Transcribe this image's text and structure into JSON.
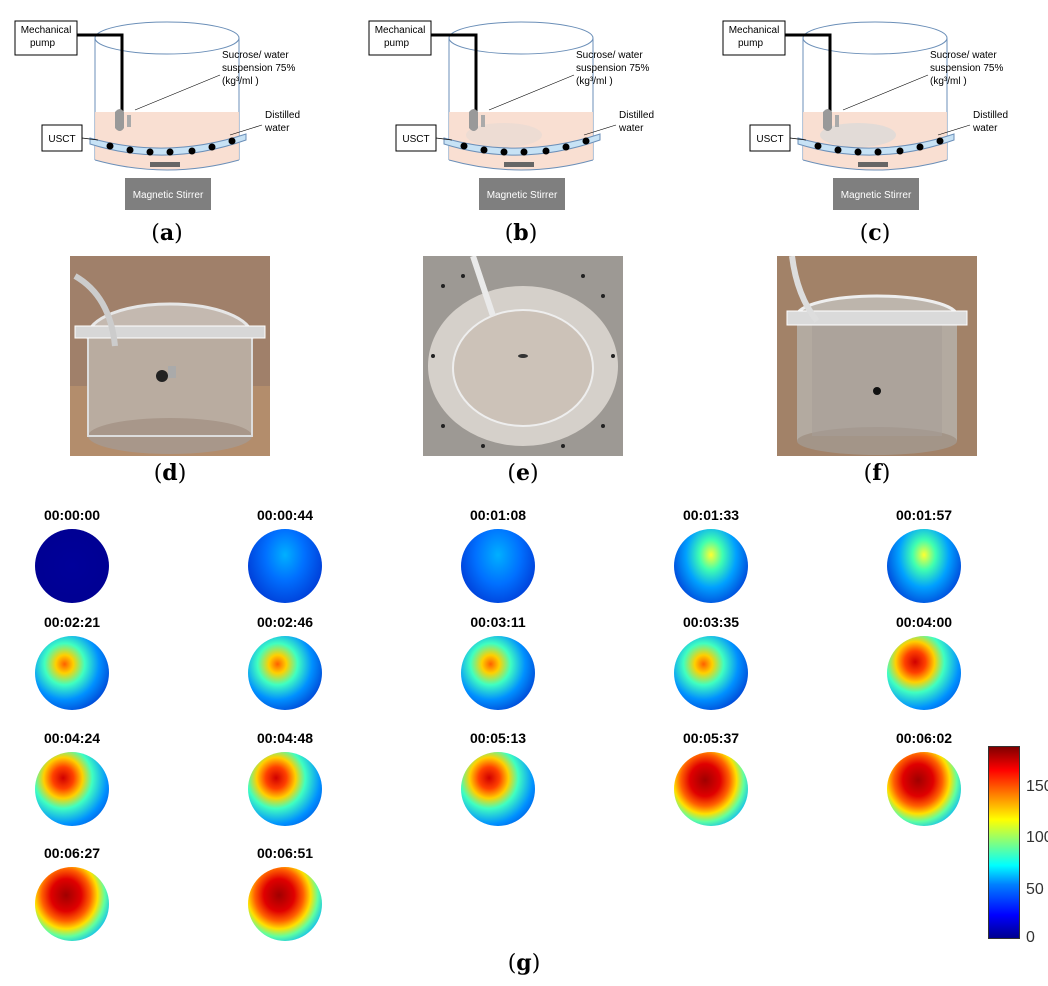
{
  "diagrams": [
    {
      "caption_letter": "a",
      "pump": "Mechanical",
      "pump2": "pump",
      "usct": "USCT",
      "sucrose1": "Sucrose/ water",
      "sucrose2": "suspension 75%",
      "sucrose3": "(kg³/ml )",
      "water1": "Distilled",
      "water2": "water",
      "stirrer": "Magnetic Stirrer"
    },
    {
      "caption_letter": "b",
      "pump": "Mechanical",
      "pump2": "pump",
      "usct": "USCT",
      "sucrose1": "Sucrose/ water",
      "sucrose2": "suspension 75%",
      "sucrose3": "(kg³/ml )",
      "water1": "Distilled",
      "water2": "water",
      "stirrer": "Magnetic Stirrer"
    },
    {
      "caption_letter": "c",
      "pump": "Mechanical",
      "pump2": "pump",
      "usct": "USCT",
      "sucrose1": "Sucrose/ water",
      "sucrose2": "suspension 75%",
      "sucrose3": "(kg³/ml )",
      "water1": "Distilled",
      "water2": "water",
      "stirrer": "Magnetic Stirrer"
    }
  ],
  "photos": [
    {
      "caption_letter": "d"
    },
    {
      "caption_letter": "e"
    },
    {
      "caption_letter": "f"
    }
  ],
  "frames": [
    {
      "time": "00:00:00",
      "level": 0.0
    },
    {
      "time": "00:00:44",
      "level": 0.12
    },
    {
      "time": "00:01:08",
      "level": 0.22
    },
    {
      "time": "00:01:33",
      "level": 0.32
    },
    {
      "time": "00:01:57",
      "level": 0.45
    },
    {
      "time": "00:02:21",
      "level": 0.52
    },
    {
      "time": "00:02:46",
      "level": 0.58
    },
    {
      "time": "00:03:11",
      "level": 0.62
    },
    {
      "time": "00:03:35",
      "level": 0.66
    },
    {
      "time": "00:04:00",
      "level": 0.75
    },
    {
      "time": "00:04:24",
      "level": 0.8
    },
    {
      "time": "00:04:48",
      "level": 0.82
    },
    {
      "time": "00:05:13",
      "level": 0.84
    },
    {
      "time": "00:05:37",
      "level": 0.86
    },
    {
      "time": "00:06:02",
      "level": 0.88
    },
    {
      "time": "00:06:27",
      "level": 0.92
    },
    {
      "time": "00:06:51",
      "level": 0.95
    }
  ],
  "colorbar": {
    "ticks": [
      "150",
      "100",
      "50",
      "0"
    ],
    "max_value": 185
  },
  "caption_g": "g"
}
